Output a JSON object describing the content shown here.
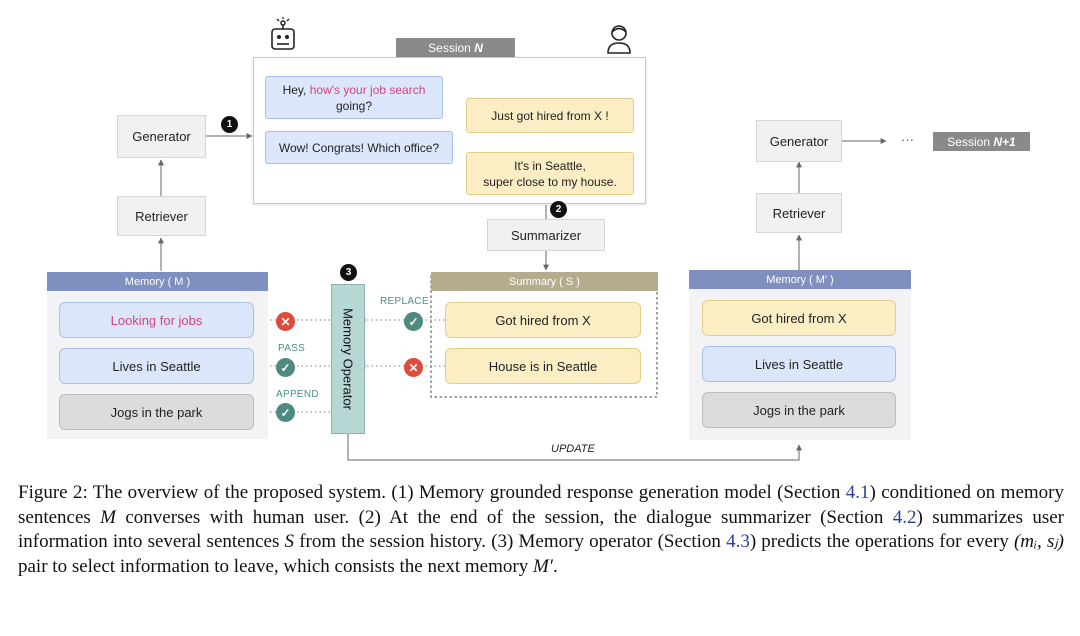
{
  "session_n_label": "Session ",
  "session_n_var": "N",
  "session_next_label": "Session ",
  "session_next_var": "N+1",
  "ellipsis": "···",
  "left": {
    "generator": "Generator",
    "retriever": "Retriever",
    "memory_header": "Memory ( M )",
    "memory_items": [
      {
        "text": "Looking for jobs",
        "color": "#d0457f"
      },
      {
        "text": "Lives in Seattle"
      },
      {
        "text": "Jogs in the park"
      }
    ]
  },
  "dialogue": {
    "bot1_plain": "Hey, ",
    "bot1_highlight": "how's your job search",
    "bot1_end": "going?",
    "bot2": "Wow! Congrats! Which office?",
    "user1": "Just got hired from X !",
    "user2_line1": "It's in Seattle,",
    "user2_line2": "super close to my house."
  },
  "summarizer": "Summarizer",
  "summary": {
    "header": "Summary ( S )",
    "items": [
      "Got hired from X",
      "House is in Seattle"
    ]
  },
  "memory_operator": "Memory Operator",
  "operations": {
    "replace": "REPLACE",
    "pass": "PASS",
    "append": "APPEND",
    "update": "UPDATE"
  },
  "steps": [
    "1",
    "2",
    "3"
  ],
  "right": {
    "generator": "Generator",
    "retriever": "Retriever",
    "memory_header": "Memory ( M′ )",
    "memory_items": [
      "Got hired from X",
      "Lives in Seattle",
      "Jogs in the park"
    ]
  },
  "colors": {
    "memory_header": "#7f8fbf",
    "summary_header": "#b5ac8d",
    "operator": "#b7d7d4",
    "check": "#4e8a80",
    "cross": "#dd4b3a",
    "highlight": "#d0457f"
  },
  "caption": {
    "p1": "Figure 2: The overview of the proposed system. (1) Memory grounded response generation model (Section ",
    "ref1": "4.1",
    "p2": ") conditioned on memory sentences ",
    "m": "M",
    "p3": " converses with human user. (2) At the end of the session, the dialogue summarizer (Section ",
    "ref2": "4.2",
    "p4": ") summarizes user information into several sentences ",
    "s": "S",
    "p5": " from the session history. (3) Memory operator (Section ",
    "ref3": "4.3",
    "p6": ") predicts the operations for every ",
    "pair": "(mᵢ, sⱼ)",
    "p7": " pair to select information to leave, which consists the next memory ",
    "mprime": "M′",
    "p8": "."
  }
}
